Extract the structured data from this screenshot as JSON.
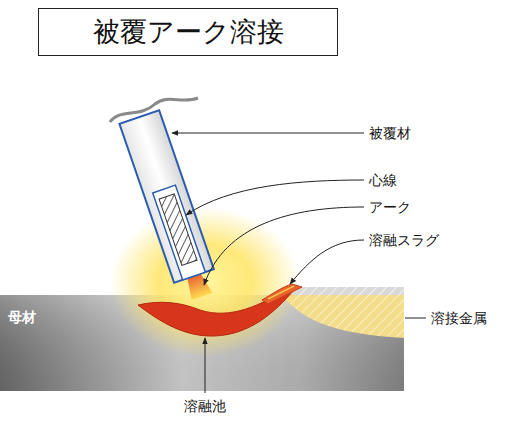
{
  "diagram": {
    "title": "被覆アーク溶接",
    "labels": [
      "被覆材",
      "心線",
      "アーク",
      "溶融スラグ",
      "溶接金属",
      "母材",
      "溶融池"
    ]
  }
}
